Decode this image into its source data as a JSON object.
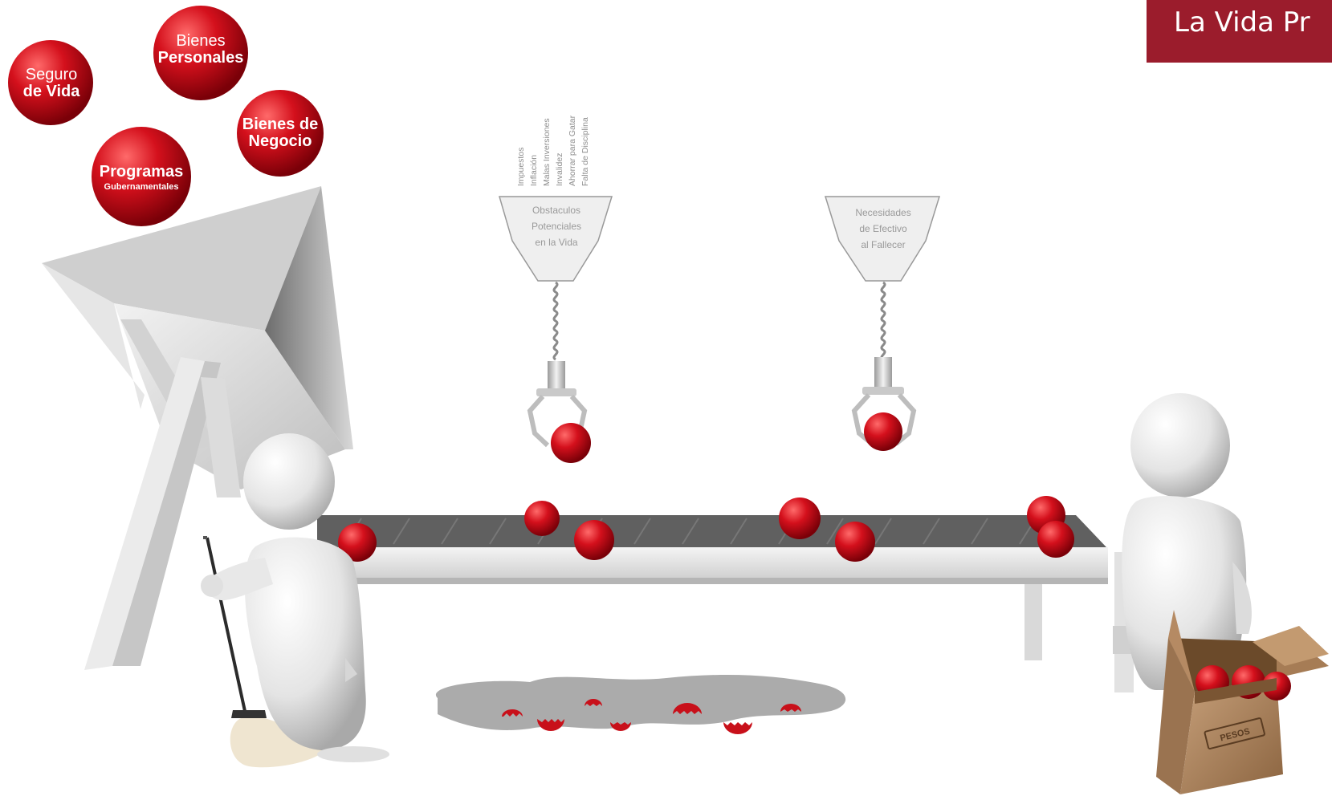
{
  "header": {
    "title": "La Vida Pr"
  },
  "resource_balls": [
    {
      "line1": "Seguro",
      "line2": "de Vida"
    },
    {
      "line1": "Bienes",
      "line2": "Personales"
    },
    {
      "line1": "Bienes de",
      "line2": "Negocio"
    },
    {
      "line1": "Programas",
      "line2": "Gubernamentales"
    }
  ],
  "obstacles_funnel": {
    "label_lines": [
      "Obstaculos",
      "Potenciales",
      "en la Vida"
    ],
    "items": [
      "Impuestos",
      "Inflación",
      "Malas Inversiones",
      "Invalidez",
      "Ahorrar para Gatar",
      "Falta de Disciplina"
    ]
  },
  "needs_funnel": {
    "label_lines": [
      "Necesidades",
      "de Efectivo",
      "al Fallecer"
    ]
  },
  "box": {
    "label": "PESOS"
  },
  "colors": {
    "banner": "#9b1c2c",
    "ball": "#c8101a",
    "belt": "#5f5f5f"
  }
}
